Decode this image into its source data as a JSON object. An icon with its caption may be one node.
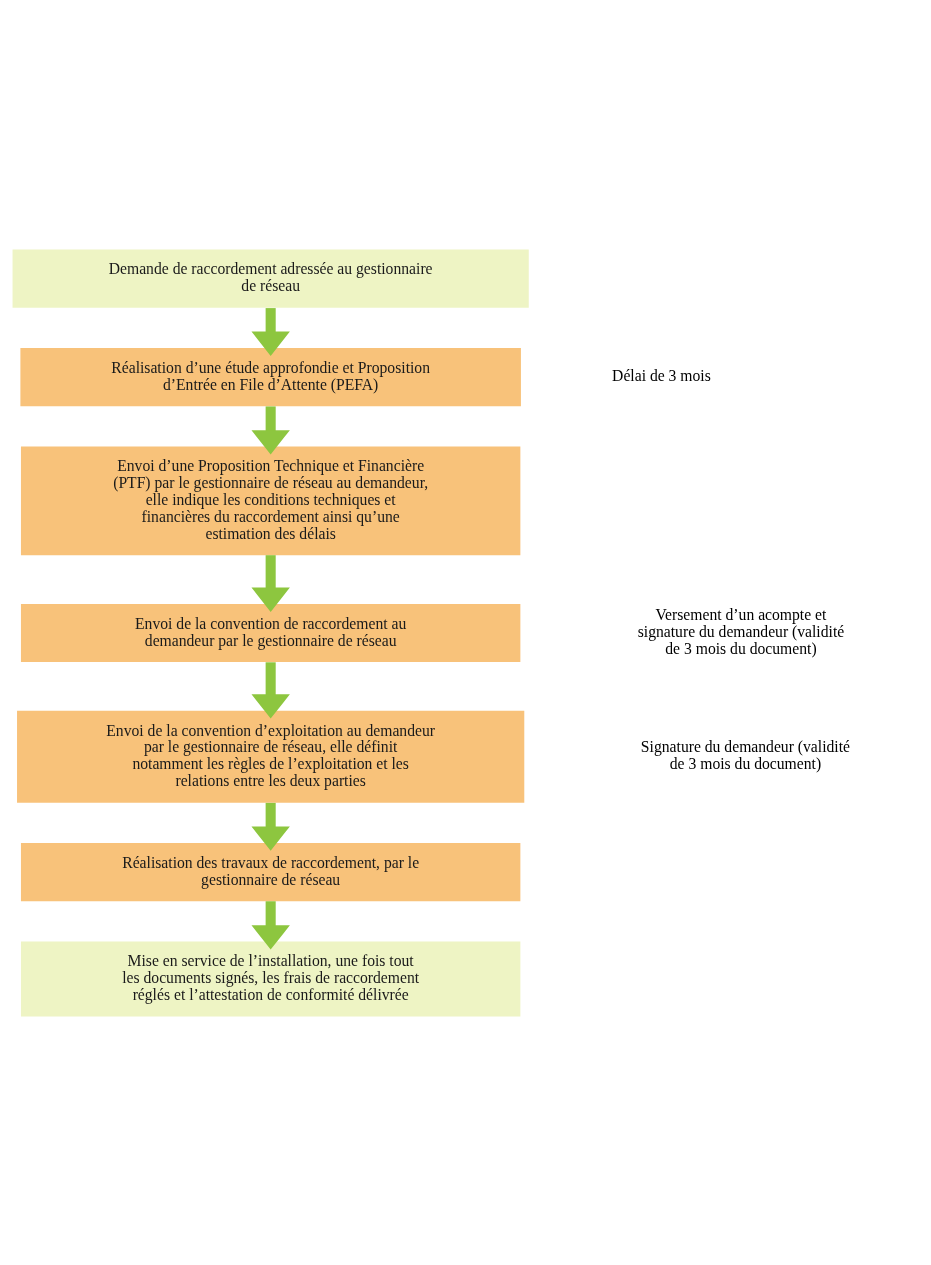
{
  "diagram": {
    "nodes": [
      {
        "text": [
          "Demande de raccordement adressée au gestionnaire de réseau"
        ]
      },
      {
        "text": [
          "Réalisation d’une étude approfondie et Proposition d’Entrée en File d’Attente (PEFA)"
        ]
      },
      {
        "text": [
          "Envoi d’une Proposition Technique et Financière (PTF) par le gestionnaire de réseau au demandeur, elle indique les conditions techniques et financières du raccordement ainsi qu’une estimation des délais"
        ]
      },
      {
        "text": [
          "Envoi de la convention de raccordement au demandeur par le gestionnaire de réseau"
        ]
      },
      {
        "text": [
          "Envoi de la convention d’exploitation au demandeur par le gestionnaire de réseau, elle définit notamment les règles de l’exploitation et les relations entre les deux parties"
        ]
      },
      {
        "text": [
          "Réalisation des travaux de raccordement, par le gestionnaire de réseau"
        ]
      },
      {
        "text": [
          "Mise en service de l’installation, une fois tout les documents signés, les frais de raccordement réglés et l’attestation de conformité délivrée"
        ]
      }
    ],
    "edges": [
      {
        "from": 0,
        "to": 1,
        "arrow": "to"
      },
      {
        "from": 1,
        "to": 2,
        "arrow": "to"
      },
      {
        "from": 2,
        "to": 3,
        "arrow": "to"
      },
      {
        "from": 3,
        "to": 4,
        "arrow": "to"
      },
      {
        "from": 4,
        "to": 5,
        "arrow": "to"
      },
      {
        "from": 5,
        "to": 6,
        "arrow": "to"
      }
    ],
    "labels": [
      "Délai de 3 mois",
      "Versement d’un acompte et signature du demandeur (validité de 3 mois du document)",
      "Signature du demandeur (validité de 3 mois du document)"
    ]
  }
}
